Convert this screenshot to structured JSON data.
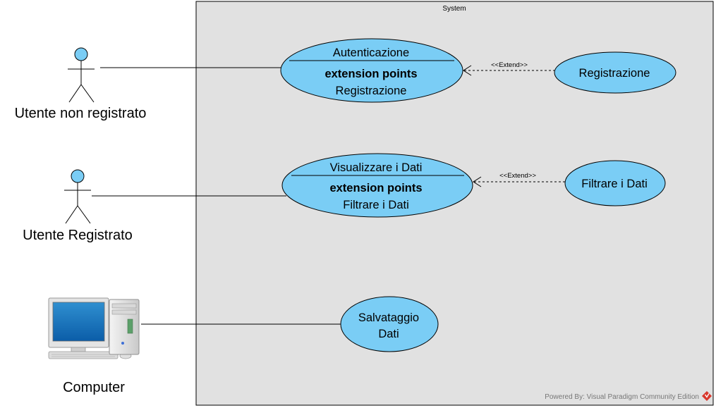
{
  "system": {
    "title": "System"
  },
  "actors": {
    "non_registered": {
      "label": "Utente non registrato"
    },
    "registered": {
      "label": "Utente Registrato"
    },
    "computer": {
      "label": "Computer",
      "icon": "computer-icon"
    }
  },
  "use_cases": {
    "authentication": {
      "title": "Autenticazione",
      "extension_points_label": "extension points",
      "extension_point": "Registrazione"
    },
    "registration": {
      "title": "Registrazione"
    },
    "view_data": {
      "title": "Visualizzare i Dati",
      "extension_points_label": "extension points",
      "extension_point": "Filtrare i Dati"
    },
    "filter_data": {
      "title": "Filtrare i Dati"
    },
    "save_data": {
      "line1": "Salvataggio",
      "line2": "Dati"
    }
  },
  "relations": {
    "extend_registration": {
      "stereotype": "<<Extend>>"
    },
    "extend_filter": {
      "stereotype": "<<Extend>>"
    }
  },
  "footer": {
    "text": "Powered By: Visual Paradigm Community Edition"
  },
  "colors": {
    "usecase_fill": "#7ACDF5",
    "boundary_fill": "#E1E1E1",
    "actor_head_fill": "#7ACDF5",
    "logo_red": "#D8372C"
  }
}
